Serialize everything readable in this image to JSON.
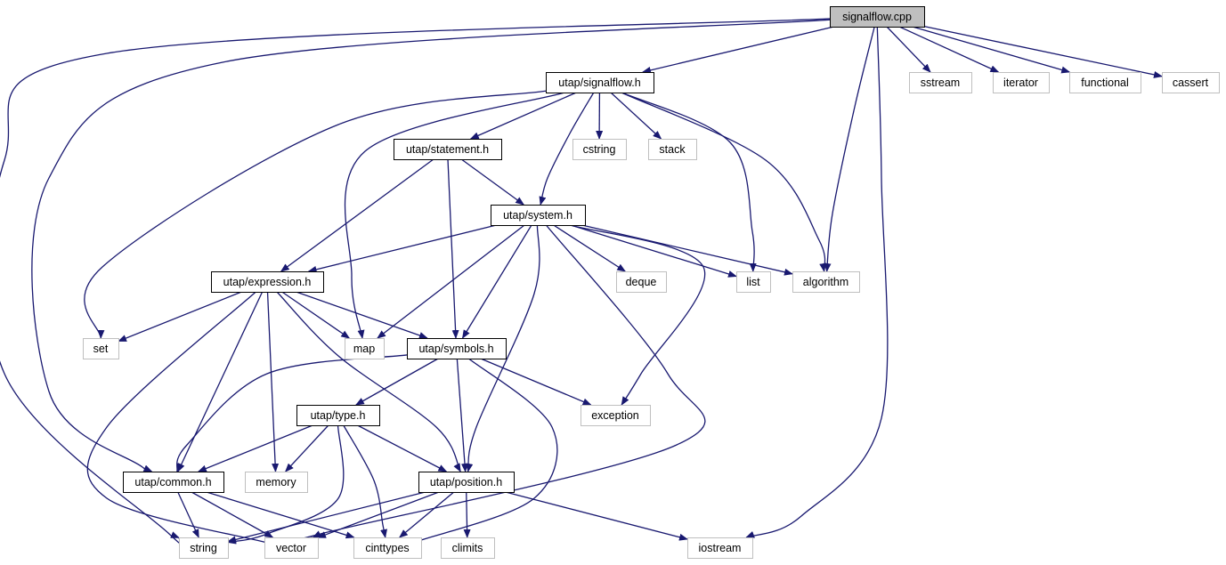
{
  "colors": {
    "edge": "#191970",
    "root_fill": "#bfbfbf",
    "root_border": "#000000",
    "internal_border": "#000000",
    "external_border": "#bfbfbf",
    "text": "#000000",
    "background": "#ffffff"
  },
  "nodes": [
    {
      "id": "signalflow_cpp",
      "label": "signalflow.cpp",
      "kind": "root"
    },
    {
      "id": "utap_signalflow_h",
      "label": "utap/signalflow.h",
      "kind": "internal"
    },
    {
      "id": "sstream",
      "label": "sstream",
      "kind": "external"
    },
    {
      "id": "iterator",
      "label": "iterator",
      "kind": "external"
    },
    {
      "id": "functional",
      "label": "functional",
      "kind": "external"
    },
    {
      "id": "cassert",
      "label": "cassert",
      "kind": "external"
    },
    {
      "id": "utap_statement_h",
      "label": "utap/statement.h",
      "kind": "internal"
    },
    {
      "id": "cstring",
      "label": "cstring",
      "kind": "external"
    },
    {
      "id": "stack",
      "label": "stack",
      "kind": "external"
    },
    {
      "id": "utap_system_h",
      "label": "utap/system.h",
      "kind": "internal"
    },
    {
      "id": "utap_expression_h",
      "label": "utap/expression.h",
      "kind": "internal"
    },
    {
      "id": "deque",
      "label": "deque",
      "kind": "external"
    },
    {
      "id": "list",
      "label": "list",
      "kind": "external"
    },
    {
      "id": "algorithm",
      "label": "algorithm",
      "kind": "external"
    },
    {
      "id": "set",
      "label": "set",
      "kind": "external"
    },
    {
      "id": "map",
      "label": "map",
      "kind": "external"
    },
    {
      "id": "utap_symbols_h",
      "label": "utap/symbols.h",
      "kind": "internal"
    },
    {
      "id": "utap_type_h",
      "label": "utap/type.h",
      "kind": "internal"
    },
    {
      "id": "exception",
      "label": "exception",
      "kind": "external"
    },
    {
      "id": "utap_common_h",
      "label": "utap/common.h",
      "kind": "internal"
    },
    {
      "id": "memory",
      "label": "memory",
      "kind": "external"
    },
    {
      "id": "utap_position_h",
      "label": "utap/position.h",
      "kind": "internal"
    },
    {
      "id": "string",
      "label": "string",
      "kind": "external"
    },
    {
      "id": "vector",
      "label": "vector",
      "kind": "external"
    },
    {
      "id": "cinttypes",
      "label": "cinttypes",
      "kind": "external"
    },
    {
      "id": "climits",
      "label": "climits",
      "kind": "external"
    },
    {
      "id": "iostream",
      "label": "iostream",
      "kind": "external"
    }
  ],
  "edges": [
    [
      "signalflow_cpp",
      "utap_signalflow_h"
    ],
    [
      "signalflow_cpp",
      "sstream"
    ],
    [
      "signalflow_cpp",
      "iterator"
    ],
    [
      "signalflow_cpp",
      "functional"
    ],
    [
      "signalflow_cpp",
      "cassert"
    ],
    [
      "signalflow_cpp",
      "algorithm"
    ],
    [
      "signalflow_cpp",
      "iostream"
    ],
    [
      "signalflow_cpp",
      "string"
    ],
    [
      "signalflow_cpp",
      "utap_common_h"
    ],
    [
      "utap_signalflow_h",
      "utap_statement_h"
    ],
    [
      "utap_signalflow_h",
      "cstring"
    ],
    [
      "utap_signalflow_h",
      "stack"
    ],
    [
      "utap_signalflow_h",
      "utap_system_h"
    ],
    [
      "utap_signalflow_h",
      "list"
    ],
    [
      "utap_signalflow_h",
      "algorithm"
    ],
    [
      "utap_signalflow_h",
      "set"
    ],
    [
      "utap_signalflow_h",
      "map"
    ],
    [
      "utap_statement_h",
      "utap_system_h"
    ],
    [
      "utap_statement_h",
      "utap_expression_h"
    ],
    [
      "utap_statement_h",
      "utap_symbols_h"
    ],
    [
      "utap_system_h",
      "utap_expression_h"
    ],
    [
      "utap_system_h",
      "deque"
    ],
    [
      "utap_system_h",
      "list"
    ],
    [
      "utap_system_h",
      "algorithm"
    ],
    [
      "utap_system_h",
      "map"
    ],
    [
      "utap_system_h",
      "utap_symbols_h"
    ],
    [
      "utap_system_h",
      "exception"
    ],
    [
      "utap_system_h",
      "utap_position_h"
    ],
    [
      "utap_system_h",
      "vector"
    ],
    [
      "utap_expression_h",
      "set"
    ],
    [
      "utap_expression_h",
      "map"
    ],
    [
      "utap_expression_h",
      "utap_symbols_h"
    ],
    [
      "utap_expression_h",
      "utap_common_h"
    ],
    [
      "utap_expression_h",
      "memory"
    ],
    [
      "utap_expression_h",
      "utap_position_h"
    ],
    [
      "utap_expression_h",
      "vector"
    ],
    [
      "utap_symbols_h",
      "utap_type_h"
    ],
    [
      "utap_symbols_h",
      "exception"
    ],
    [
      "utap_symbols_h",
      "utap_common_h"
    ],
    [
      "utap_symbols_h",
      "utap_position_h"
    ],
    [
      "utap_symbols_h",
      "cinttypes"
    ],
    [
      "utap_type_h",
      "utap_common_h"
    ],
    [
      "utap_type_h",
      "memory"
    ],
    [
      "utap_type_h",
      "utap_position_h"
    ],
    [
      "utap_type_h",
      "string"
    ],
    [
      "utap_type_h",
      "cinttypes"
    ],
    [
      "utap_common_h",
      "string"
    ],
    [
      "utap_common_h",
      "vector"
    ],
    [
      "utap_common_h",
      "cinttypes"
    ],
    [
      "utap_position_h",
      "string"
    ],
    [
      "utap_position_h",
      "vector"
    ],
    [
      "utap_position_h",
      "cinttypes"
    ],
    [
      "utap_position_h",
      "climits"
    ],
    [
      "utap_position_h",
      "iostream"
    ]
  ]
}
